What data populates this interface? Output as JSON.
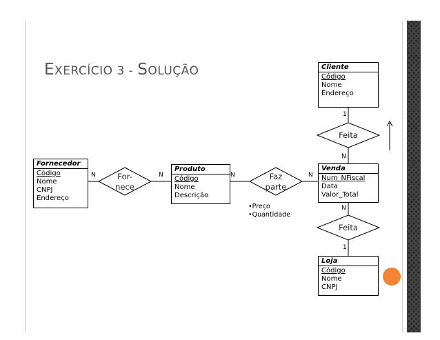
{
  "title": {
    "prefix": "E",
    "part1": "XERCÍCIO 3 - ",
    "mid": "S",
    "part2": "OLUÇÃO"
  },
  "entities": {
    "cliente": {
      "name": "Cliente",
      "attrs": [
        "Código",
        "Nome",
        "Endereço"
      ]
    },
    "fornecedor": {
      "name": "Fornecedor",
      "attrs": [
        "Código",
        "Nome",
        "CNPJ",
        "Endereço"
      ]
    },
    "produto": {
      "name": "Produto",
      "attrs": [
        "Código",
        "Nome",
        "Descrição"
      ]
    },
    "venda": {
      "name": "Venda",
      "attrs": [
        "Num_NFiscal",
        "Data",
        "Valor_Total"
      ]
    },
    "loja": {
      "name": "Loja",
      "attrs": [
        "Código",
        "Nome",
        "CNPJ"
      ]
    }
  },
  "relationships": {
    "fornece": {
      "line1": "For-",
      "line2": "nece"
    },
    "faz_parte": {
      "line1": "Faz",
      "line2": "parte"
    },
    "feita_top": {
      "label": "Feita"
    },
    "feita_bottom": {
      "label": "Feita"
    }
  },
  "cardinalities": {
    "fornecedor_fornece": "N",
    "fornece_produto": "N",
    "produto_faz": "N",
    "faz_venda": "N",
    "cliente_feita": "1",
    "feita_venda": "N",
    "venda_feita": "N",
    "feita_loja": "1"
  },
  "relationship_attrs": [
    "•Preço",
    "•Quantidade"
  ],
  "colors": {
    "accent": "#f58434",
    "title": "#555555",
    "rule": "#f2c7a9"
  }
}
